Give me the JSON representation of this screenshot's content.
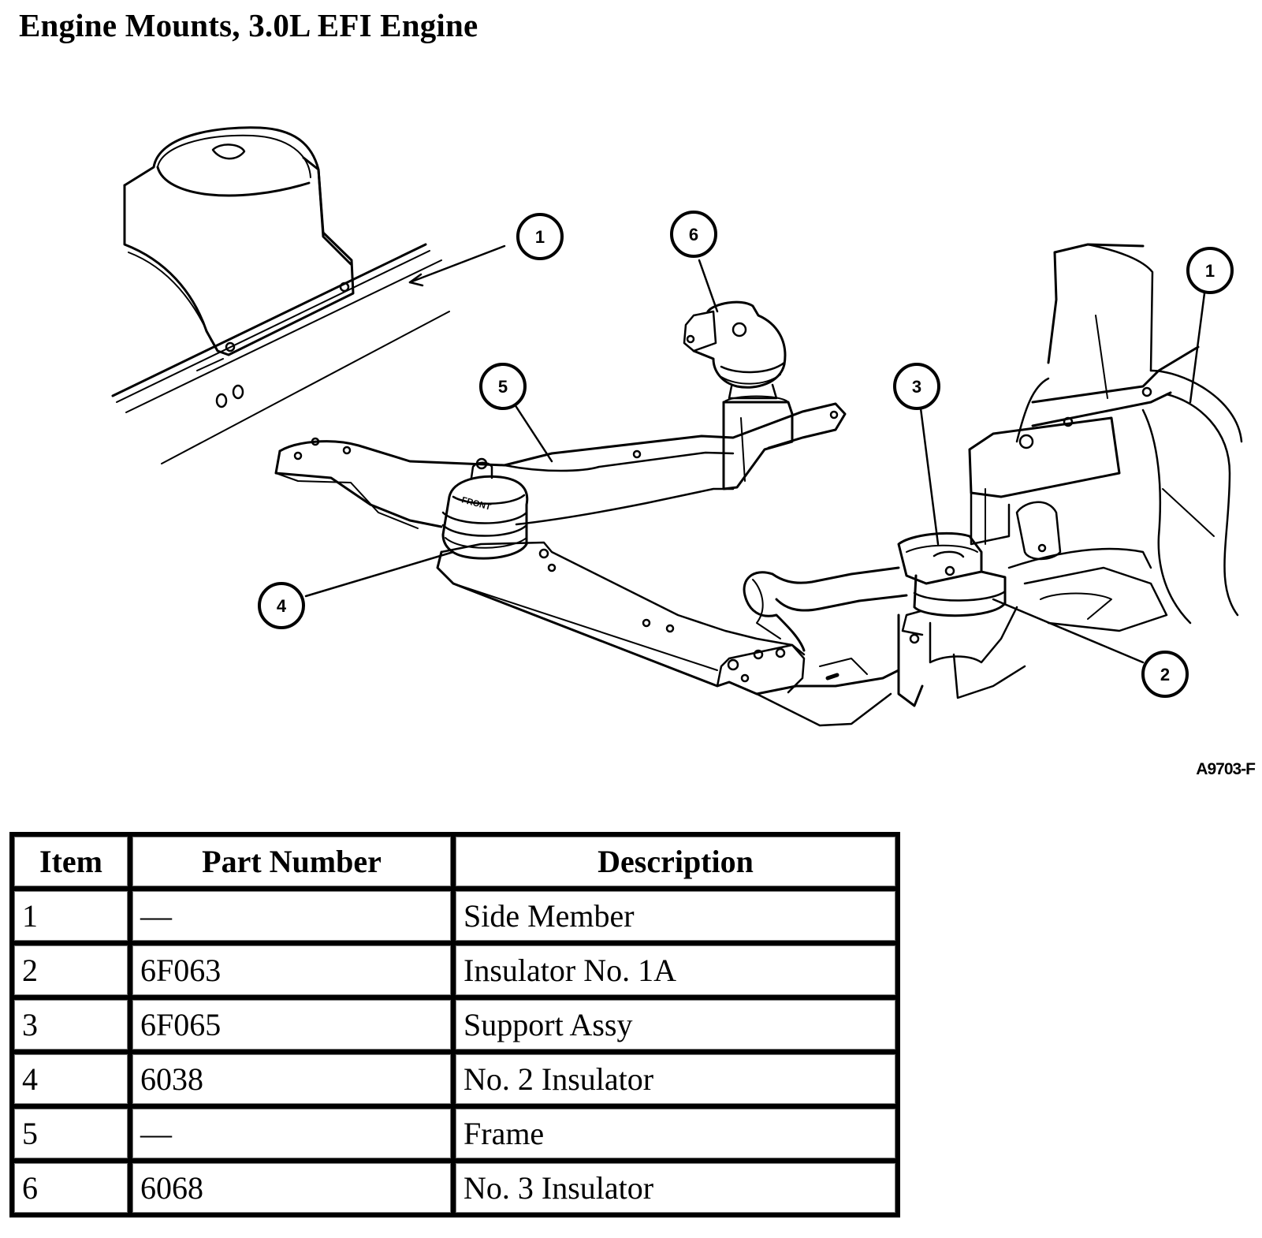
{
  "title": "Engine Mounts, 3.0L EFI Engine",
  "figure": {
    "figure_id": "A9703-F",
    "callouts": [
      "1",
      "6",
      "1",
      "5",
      "3",
      "4",
      "2"
    ],
    "front_label": "FRONT"
  },
  "table": {
    "headers": [
      "Item",
      "Part Number",
      "Description"
    ],
    "rows": [
      {
        "item": "1",
        "part_number": "—",
        "description": "Side Member"
      },
      {
        "item": "2",
        "part_number": "6F063",
        "description": "Insulator No. 1A"
      },
      {
        "item": "3",
        "part_number": "6F065",
        "description": "Support Assy"
      },
      {
        "item": "4",
        "part_number": "6038",
        "description": "No. 2 Insulator"
      },
      {
        "item": "5",
        "part_number": "—",
        "description": "Frame"
      },
      {
        "item": "6",
        "part_number": "6068",
        "description": "No. 3 Insulator"
      }
    ]
  }
}
